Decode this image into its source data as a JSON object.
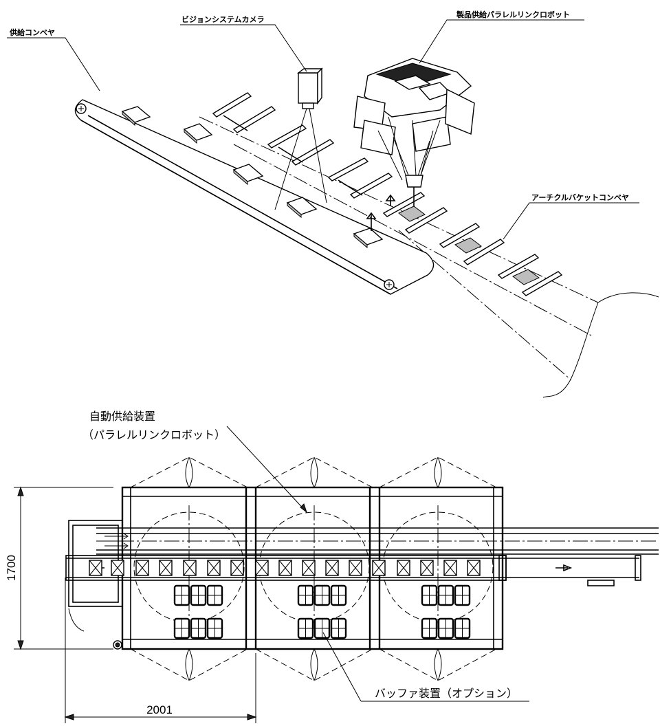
{
  "isometric_view": {
    "supply_conveyor_label": "供給コンベヤ",
    "vision_camera_label": "ビジョンシステムカメラ",
    "robot_label": "製品供給パラレルリンクロボット",
    "bucket_conveyor_label": "アーチクルバケットコンベヤ"
  },
  "plan_view": {
    "auto_feeder_label": "自動供給装置",
    "auto_feeder_sublabel": "（パラレルリンクロボット）",
    "buffer_label": "バッファ装置（オプション）",
    "dimension_height": "1700",
    "dimension_width": "2001"
  }
}
